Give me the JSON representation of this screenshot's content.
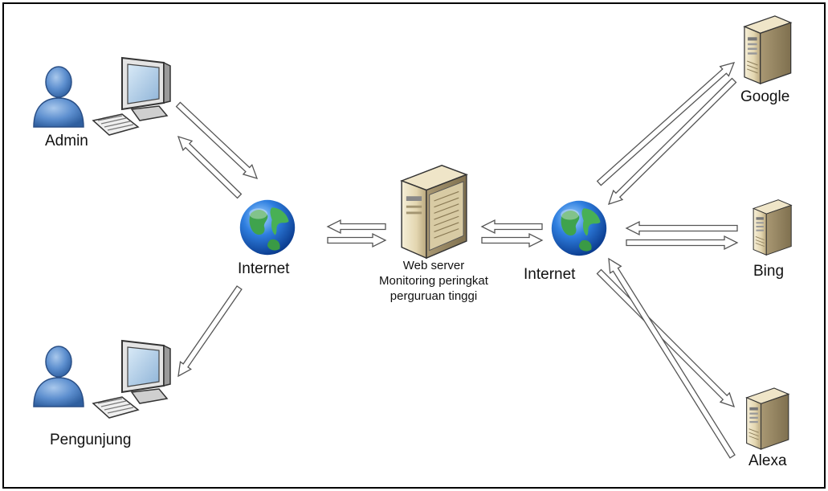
{
  "nodes": {
    "admin": {
      "label": "Admin"
    },
    "visitor": {
      "label": "Pengunjung"
    },
    "internet_left": {
      "label": "Internet"
    },
    "internet_right": {
      "label": "Internet"
    },
    "webserver": {
      "line1": "Web server",
      "line2": "Monitoring peringkat",
      "line3": "perguruan tinggi"
    },
    "google": {
      "label": "Google"
    },
    "bing": {
      "label": "Bing"
    },
    "alexa": {
      "label": "Alexa"
    }
  }
}
